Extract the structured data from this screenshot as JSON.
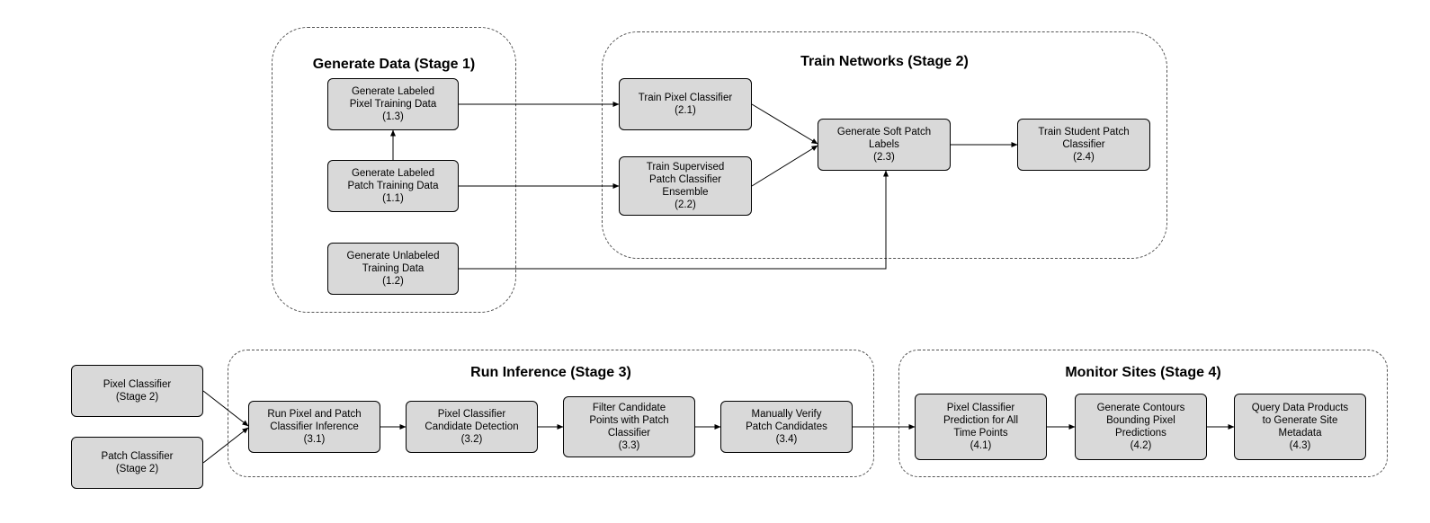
{
  "groups": {
    "stage1": "Generate Data (Stage 1)",
    "stage2": "Train Networks (Stage 2)",
    "stage3": "Run Inference (Stage 3)",
    "stage4": "Monitor Sites (Stage 4)"
  },
  "nodes": {
    "n13": [
      "Generate Labeled",
      "Pixel Training Data",
      "(1.3)"
    ],
    "n11": [
      "Generate Labeled",
      "Patch Training Data",
      "(1.1)"
    ],
    "n12": [
      "Generate Unlabeled",
      "Training Data",
      "(1.2)"
    ],
    "n21": [
      "Train Pixel Classifier",
      "(2.1)"
    ],
    "n22": [
      "Train Supervised",
      "Patch Classifier",
      "Ensemble",
      "(2.2)"
    ],
    "n23": [
      "Generate Soft Patch",
      "Labels",
      "(2.3)"
    ],
    "n24": [
      "Train Student Patch",
      "Classifier",
      "(2.4)"
    ],
    "pix": [
      "Pixel Classifier",
      "(Stage 2)"
    ],
    "pat": [
      "Patch Classifier",
      "(Stage 2)"
    ],
    "n31": [
      "Run Pixel and Patch",
      "Classifier Inference",
      "(3.1)"
    ],
    "n32": [
      "Pixel Classifier",
      "Candidate Detection",
      "(3.2)"
    ],
    "n33": [
      "Filter Candidate",
      "Points with Patch",
      "Classifier",
      "(3.3)"
    ],
    "n34": [
      "Manually Verify",
      "Patch Candidates",
      "(3.4)"
    ],
    "n41": [
      "Pixel Classifier",
      "Prediction for All",
      "Time Points",
      "(4.1)"
    ],
    "n42": [
      "Generate Contours",
      "Bounding Pixel",
      "Predictions",
      "(4.2)"
    ],
    "n43": [
      "Query Data Products",
      "to Generate Site",
      "Metadata",
      "(4.3)"
    ]
  }
}
